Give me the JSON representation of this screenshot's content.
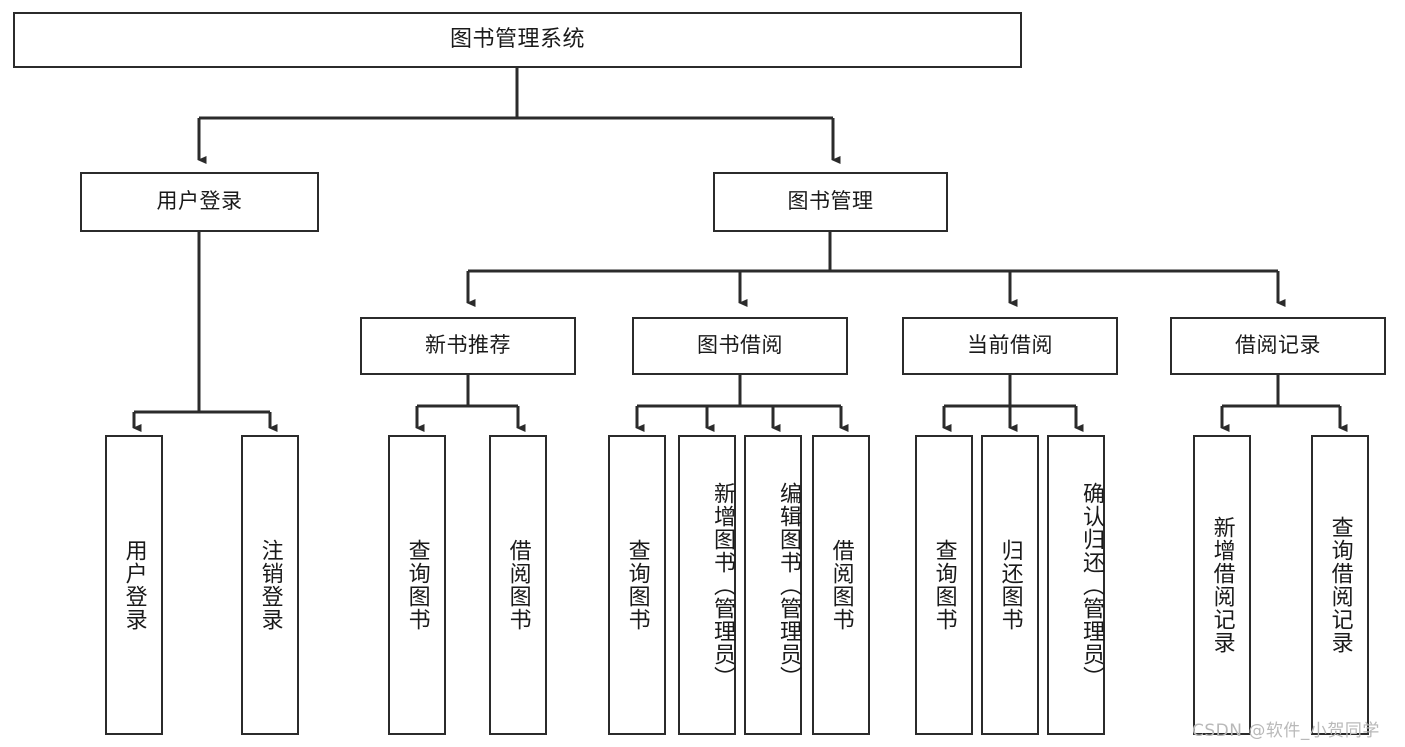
{
  "diagram": {
    "title": "图书管理系统",
    "type": "functional-decomposition-tree",
    "background_color": "#ffffff",
    "line_color": "#2b2b2b",
    "text_color": "#1a1a1a"
  },
  "root": {
    "label": "图书管理系统"
  },
  "level1": [
    {
      "label": "用户登录"
    },
    {
      "label": "图书管理"
    }
  ],
  "level2": [
    {
      "label": "新书推荐"
    },
    {
      "label": "图书借阅"
    },
    {
      "label": "当前借阅"
    },
    {
      "label": "借阅记录"
    }
  ],
  "leaves": {
    "user_login": [
      {
        "label": "用户登录"
      },
      {
        "label": "注销登录"
      }
    ],
    "new_book_recommend": [
      {
        "label": "查询图书"
      },
      {
        "label": "借阅图书"
      }
    ],
    "book_borrow": [
      {
        "label": "查询图书"
      },
      {
        "label": "新增图书（管理员）"
      },
      {
        "label": "编辑图书（管理员）"
      },
      {
        "label": "借阅图书"
      }
    ],
    "current_borrow": [
      {
        "label": "查询图书"
      },
      {
        "label": "归还图书"
      },
      {
        "label": "确认归还（管理员）"
      }
    ],
    "borrow_record": [
      {
        "label": "新增借阅记录"
      },
      {
        "label": "查询借阅记录"
      }
    ]
  },
  "watermark": {
    "text": "CSDN @软件_小贺同学"
  }
}
